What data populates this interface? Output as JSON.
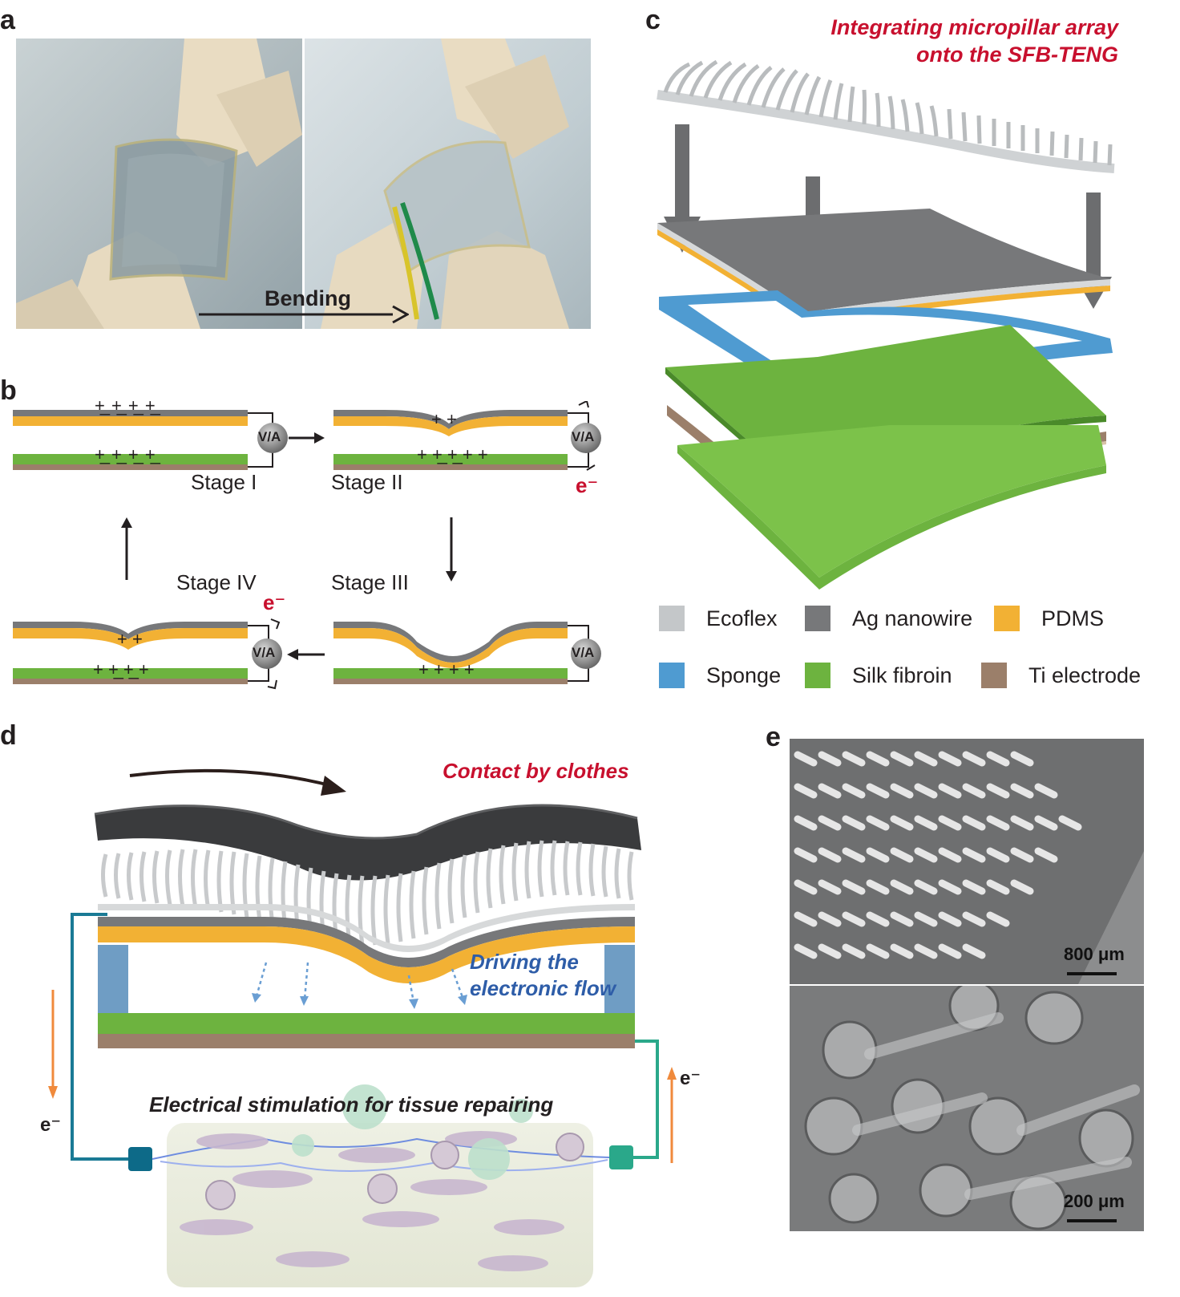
{
  "panels": {
    "a": {
      "label": "a",
      "bending_label": "Bending"
    },
    "b": {
      "label": "b",
      "meter_label": "V/A",
      "electron_label": "e⁻",
      "stages": [
        "Stage I",
        "Stage II",
        "Stage III",
        "Stage IV"
      ],
      "charge_marks": {
        "stage_I_top": "+̲ +̲ +̲ +̲",
        "stage_I_bottom": "+̲ +̲ +̲ +̲",
        "stage_II_top": "+ +",
        "stage_II_bottom": "+ +̲ +̲ + +",
        "stage_III_bottom": "+ + + +",
        "stage_IV_top": "+ +",
        "stage_IV_bottom": "+ +̲ +̲ +"
      }
    },
    "c": {
      "label": "c",
      "title_line1": "Integrating micropillar array",
      "title_line2": "onto the SFB-TENG",
      "legend": [
        {
          "name": "Ecoflex",
          "color": "#c4c7c9"
        },
        {
          "name": "Ag nanowire",
          "color": "#77787a"
        },
        {
          "name": "PDMS",
          "color": "#f2b134"
        },
        {
          "name": "Sponge",
          "color": "#4f9bd1"
        },
        {
          "name": "Silk fibroin",
          "color": "#6db33f"
        },
        {
          "name": "Ti electrode",
          "color": "#9b7f6a"
        }
      ]
    },
    "d": {
      "label": "d",
      "contact_label": "Contact by clothes",
      "driving_line1": "Driving the",
      "driving_line2": "electronic flow",
      "stimulation_label": "Electrical stimulation for tissue repairing",
      "electron_left": "e⁻",
      "electron_right": "e⁻"
    },
    "e": {
      "label": "e",
      "scale_top": "800 μm",
      "scale_bottom": "200 μm"
    }
  },
  "colors": {
    "ecoflex": "#c4c7c9",
    "ag": "#77787a",
    "pdms": "#f2b134",
    "sponge": "#4f9bd1",
    "silk": "#6db33f",
    "ti": "#9b7f6a",
    "red": "#c8102e",
    "blue_text": "#2e5da8",
    "wire_left": "#1a7a95",
    "wire_right": "#2aa88a",
    "arrow_orange": "#f08a3c"
  }
}
